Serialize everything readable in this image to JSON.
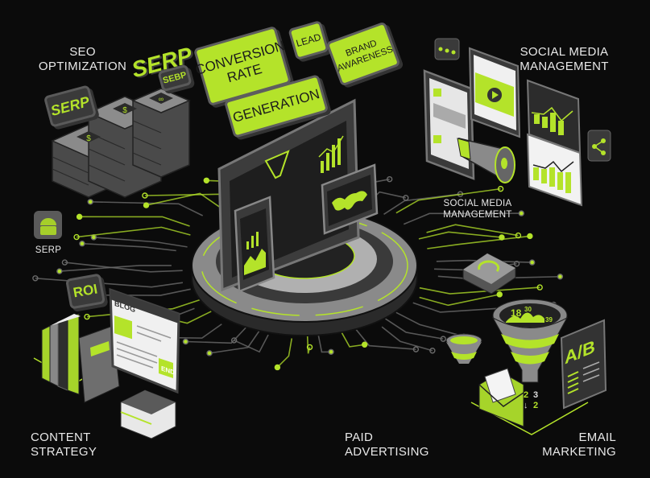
{
  "labels": {
    "seo": "SEO\nOPTIMIZATION",
    "social_top": "SOCIAL MEDIA\nMANAGEMENT",
    "social_mid": "SOCIAL MEDIA\nMANAGEMENT",
    "serp_icon": "SERP",
    "content": "CONTENT\nSTRATEGY",
    "paid": "PAID\nADVERTISING",
    "email": "EMAIL\nMARKETING"
  },
  "bubbles": {
    "serp_big": "SERP",
    "serp_small": "SEBP",
    "serp_left": "SERP",
    "conversion": "CONVERSION\nRATE",
    "lead": "LEAD",
    "generation": "GENERATION",
    "brand": "BRAND\nAWARENESS",
    "roi": "ROI"
  },
  "blog": {
    "title": "BLOG",
    "cta": "END"
  },
  "email_section": {
    "ab": "A/B",
    "funnel_values": [
      "18",
      "30",
      "39"
    ],
    "steps": [
      "2",
      "3",
      "↓",
      "2"
    ]
  },
  "colors": {
    "background": "#0b0b0b",
    "accent": "#b4e32a",
    "gray": "#6a6a6a",
    "light": "#d8d8d8"
  }
}
